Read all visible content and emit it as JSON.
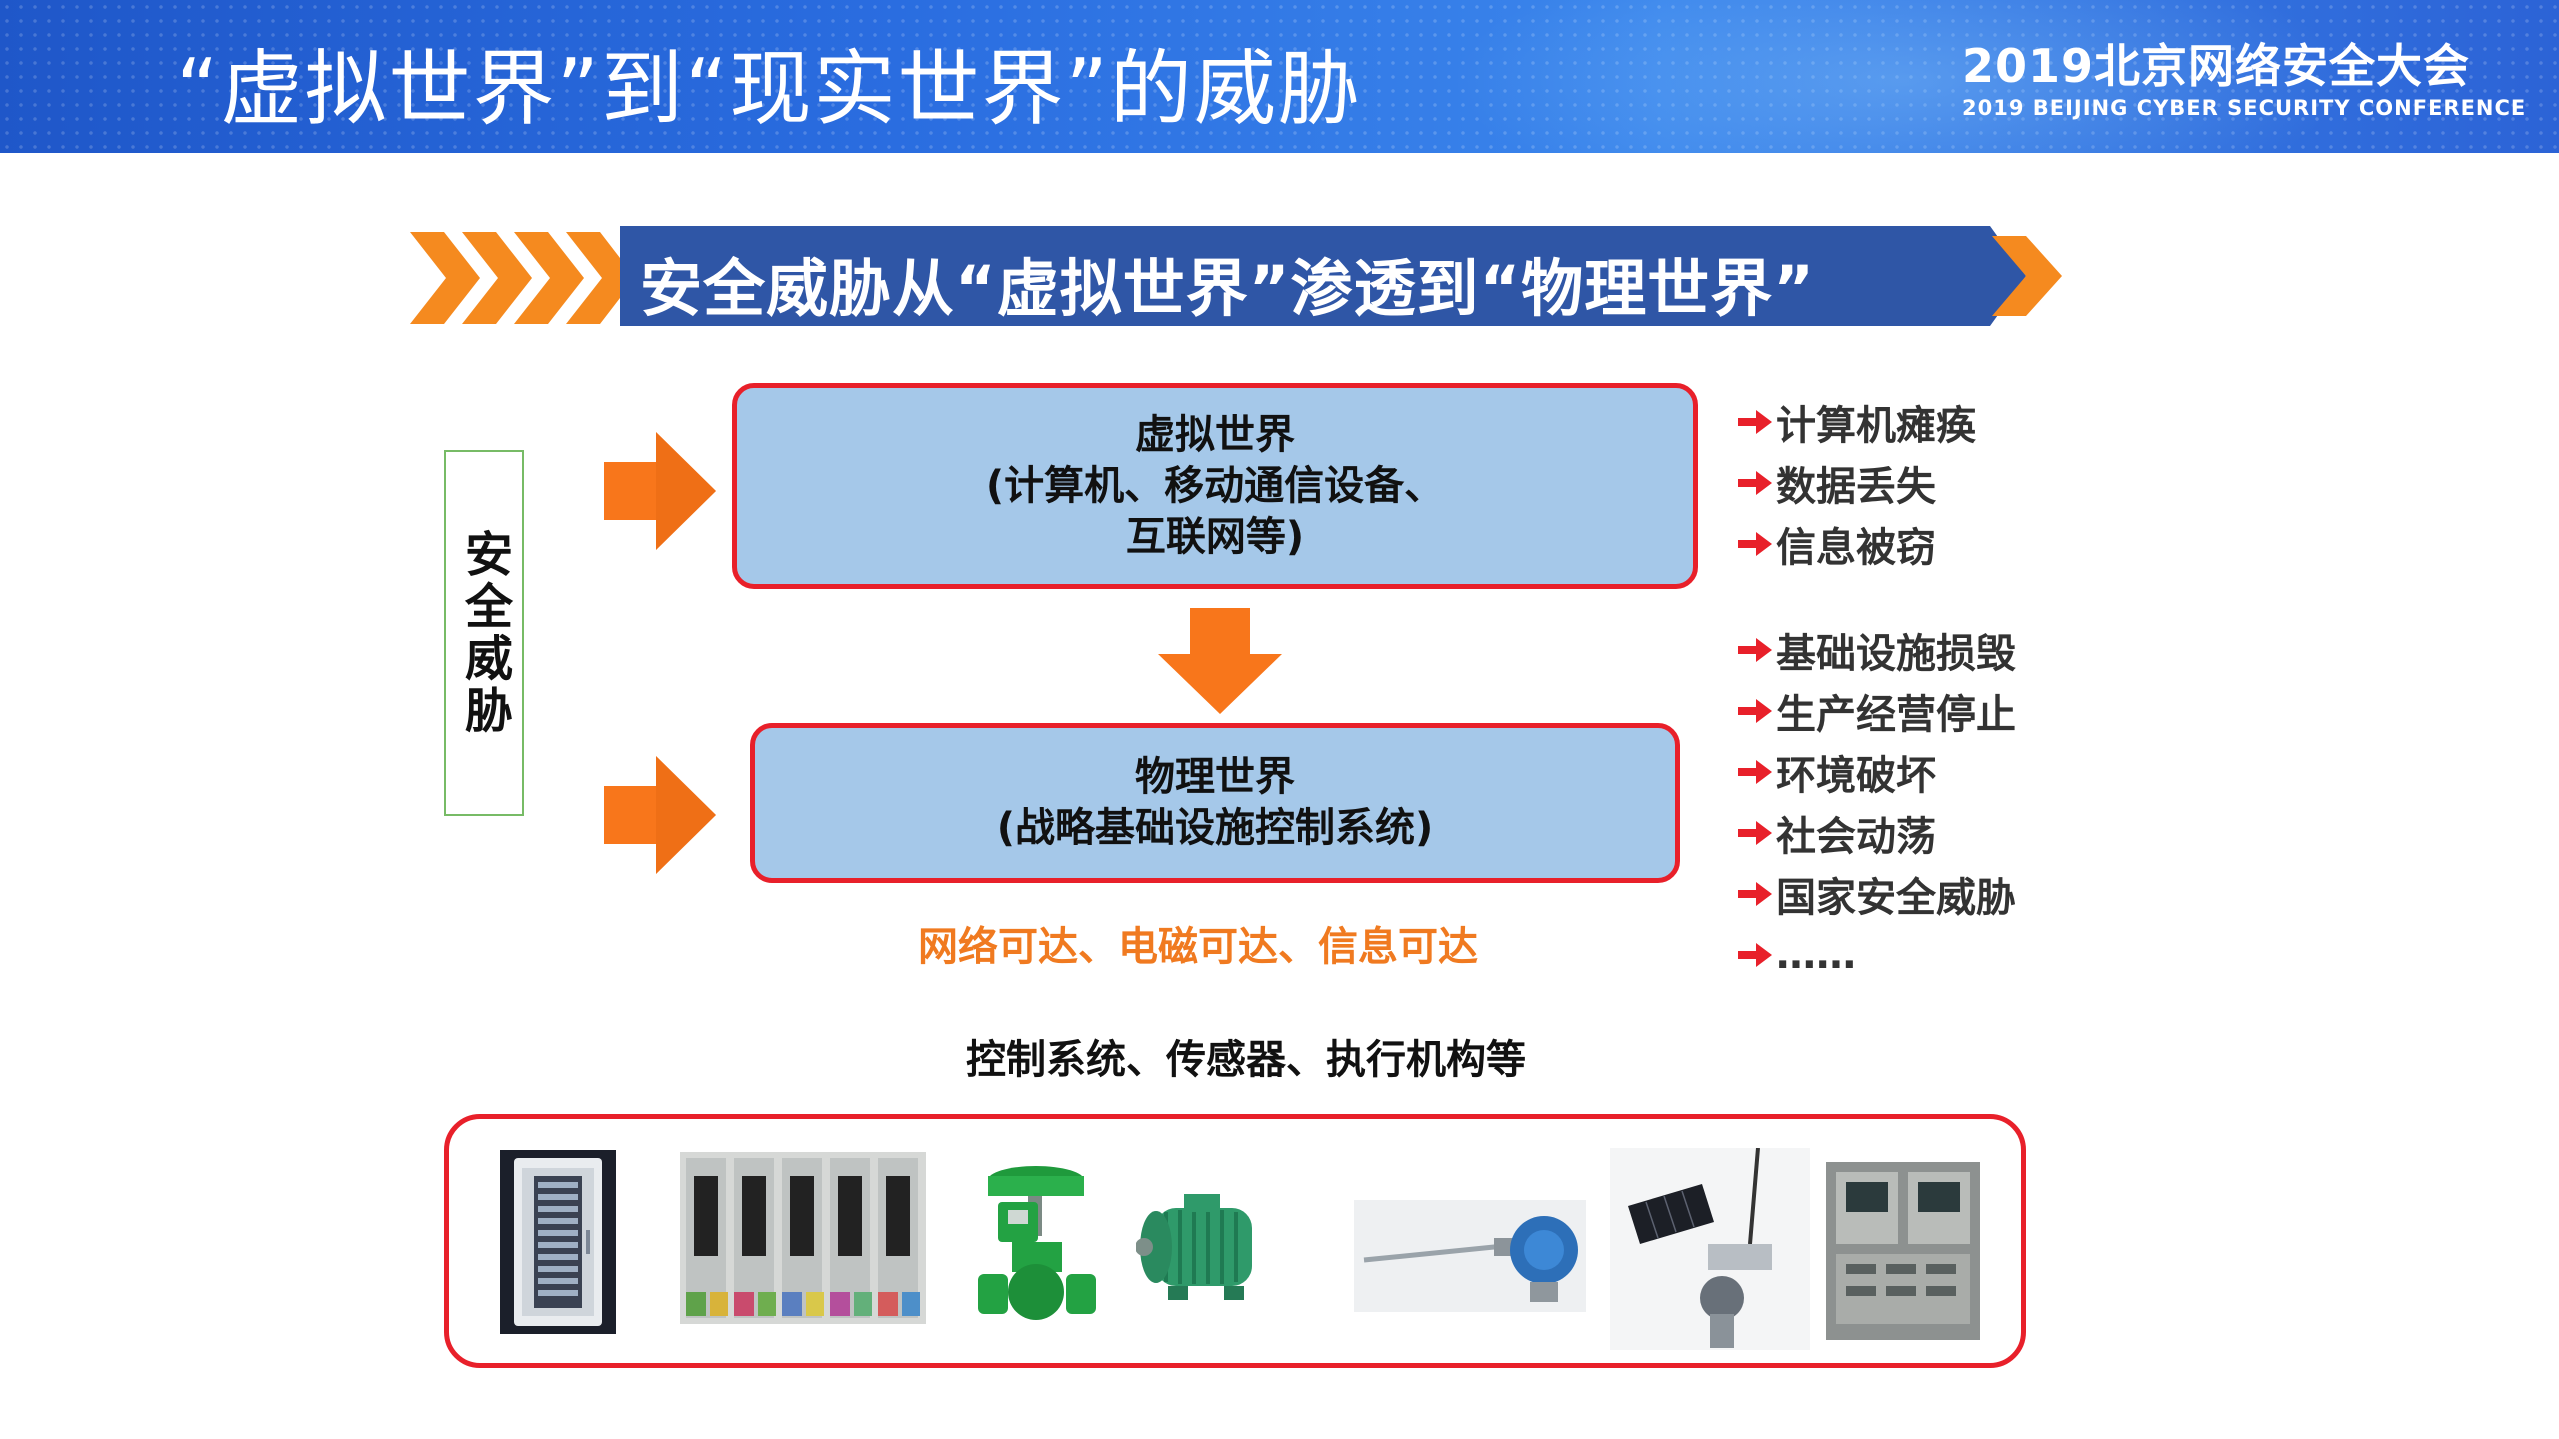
{
  "header": {
    "title": "“虚拟世界”到“现实世界”的威胁",
    "conference_cn": "2019北京网络安全大会",
    "conference_en": "2019 BEIJING CYBER SECURITY CONFERENCE"
  },
  "banner": {
    "text": "安全威胁从“虚拟世界”渗透到“物理世界”"
  },
  "threat_label": "安全威胁",
  "virtual_world": {
    "title": "虚拟世界",
    "line2": "(计算机、移动通信设备、",
    "line3": "互联网等)"
  },
  "physical_world": {
    "title": "物理世界",
    "line2": "(战略基础设施控制系统)"
  },
  "reach_text": "网络可达、电磁可达、信息可达",
  "control_text": "控制系统、传感器、执行机构等",
  "impacts": {
    "virtual": [
      "计算机瘫痪",
      "数据丢失",
      "信息被窃"
    ],
    "physical": [
      "基础设施损毁",
      "生产经营停止",
      "环境破坏",
      "社会动荡",
      "国家安全威胁",
      "……"
    ]
  },
  "colors": {
    "header_blue": "#2a6de0",
    "banner_blue": "#2f56a6",
    "accent_orange": "#f07a20",
    "box_fill": "#a5c8e9",
    "box_border": "#e8202a",
    "impact_arrow": "#e8202a"
  },
  "devices": [
    "control-cabinet",
    "controller-rack",
    "control-valve",
    "electric-motor",
    "temperature-transmitter",
    "wireless-sensor",
    "control-room-panel"
  ]
}
